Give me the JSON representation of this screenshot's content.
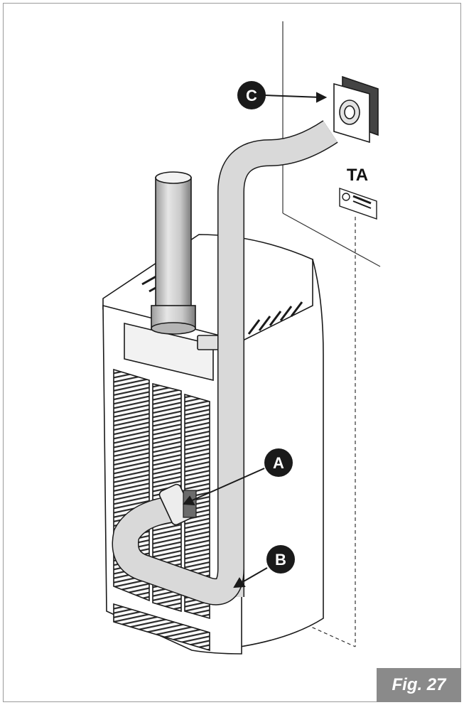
{
  "callouts": {
    "a": "A",
    "b": "B",
    "c": "C"
  },
  "ta_label": "TA",
  "figure_label": "Fig. 27",
  "colors": {
    "callout_fill": "#1a1a1a",
    "pipe_fill": "#d9d9d9",
    "line": "#1a1a1a",
    "figure_label_bg": "#8a8a8a"
  }
}
